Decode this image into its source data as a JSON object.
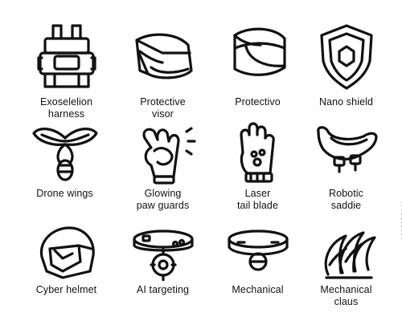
{
  "items": [
    {
      "label": "Exoselelion\nharness",
      "icon": "harness-icon"
    },
    {
      "label": "Protective\nvisor",
      "icon": "visor-icon"
    },
    {
      "label": "Protectivo",
      "icon": "helmet-icon"
    },
    {
      "label": "Nano shield",
      "icon": "shield-icon"
    },
    {
      "label": "Drone wings",
      "icon": "wings-icon"
    },
    {
      "label": "Glowing\npaw guards",
      "icon": "paw-guard-icon"
    },
    {
      "label": "Laser\ntail blade",
      "icon": "glove-icon"
    },
    {
      "label": "Robotic\nsaddie",
      "icon": "saddle-icon"
    },
    {
      "label": "Cyber helmet",
      "icon": "cyber-helmet-icon"
    },
    {
      "label": "AI targeting",
      "icon": "collar-tag-icon"
    },
    {
      "label": "Mechanical",
      "icon": "collar-icon"
    },
    {
      "label": "Mechanical\nclaus",
      "icon": "claws-icon"
    }
  ],
  "watermark_id": "1663283441",
  "colors": {
    "stroke": "#111111",
    "background": "#ffffff"
  }
}
